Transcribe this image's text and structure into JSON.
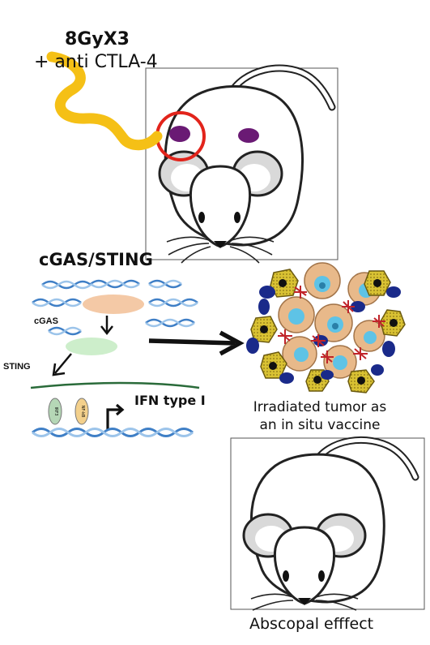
{
  "treatment": {
    "dose": "8GyX3",
    "drug": "+ anti CTLA-4"
  },
  "pathway": {
    "title": "cGAS/STING",
    "enzyme_label": "cGAS",
    "adaptor_label": "STING",
    "output_label": "IFN type I",
    "tf_1_label": "IRF3",
    "tf_2_label": "NF-kB"
  },
  "tumor": {
    "caption": "Irradiated tumor as an in situ vaccine"
  },
  "outcome": {
    "label": "Abscopal efffect"
  },
  "colors": {
    "radiation_beam": "#f5c016",
    "target_ring": "#e2241b",
    "tumor_spot": "#6a1a74",
    "dna": "#3f7fc6",
    "cgas_blob": "#f4c9a6",
    "sting_blob": "#cdeecb",
    "membrane": "#2a6b3a",
    "tumor_cell": "#e8b98a",
    "tumor_nucleus": "#5ec3e6",
    "immune_cell": "#1a2a8a",
    "dc_cell": "#e0c83a",
    "t_cell_spikes": "#c0242a"
  }
}
